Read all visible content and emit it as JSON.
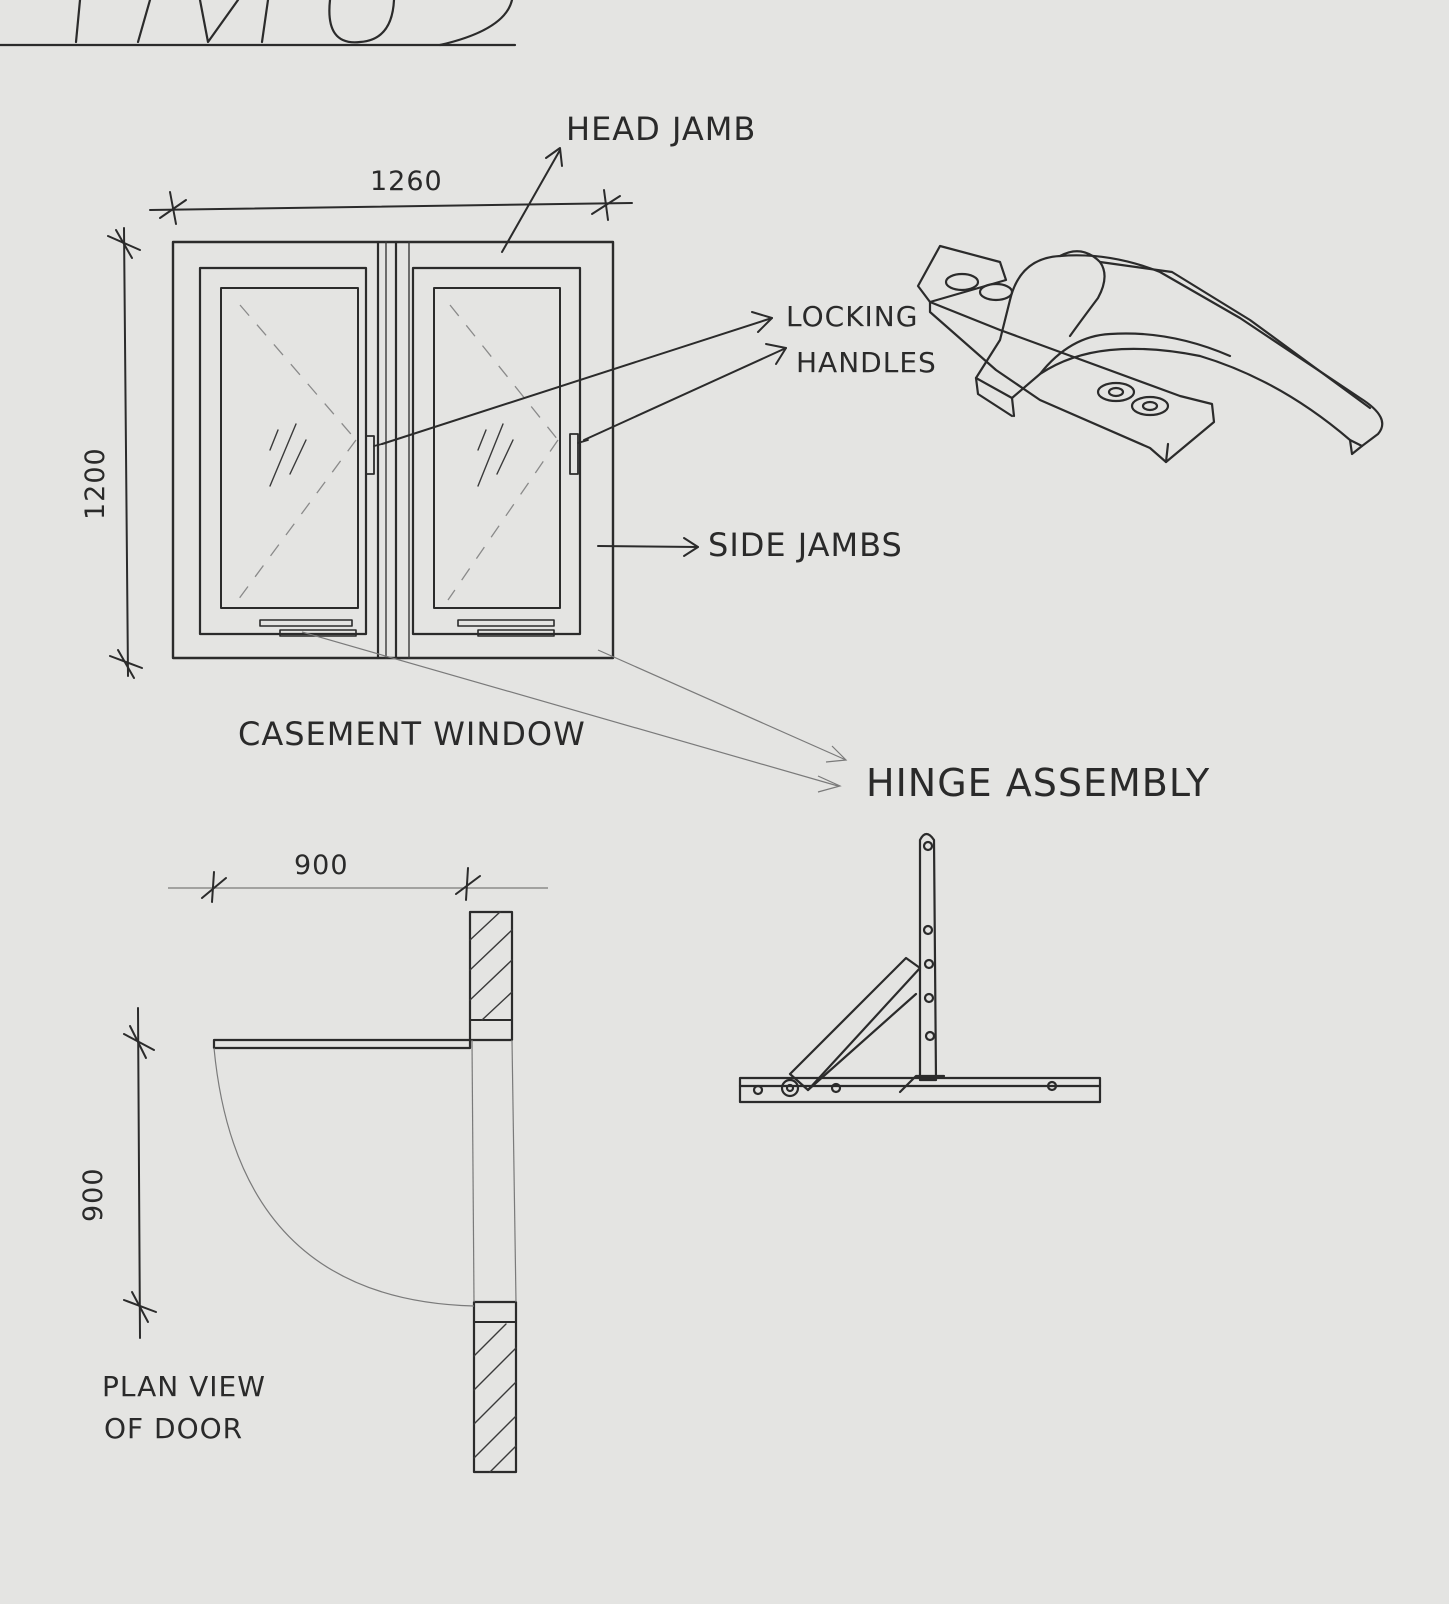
{
  "labels": {
    "head_jamb": "HEAD JAMB",
    "width_dim": "1260",
    "height_dim": "1200",
    "locking_line1": "LOCKING",
    "locking_line2": "HANDLES",
    "side_jambs": "SIDE JAMBS",
    "casement_window": "CASEMENT WINDOW",
    "hinge_assembly": "HINGE ASSEMBLY",
    "door_width_dim": "900",
    "door_depth_dim": "900",
    "plan_view_line1": "PLAN VIEW",
    "plan_view_line2": "OF DOOR"
  },
  "colors": {
    "paper": "#e4e4e2",
    "pencil": "#2b2b2b",
    "light_pencil": "#8a8a8a"
  }
}
